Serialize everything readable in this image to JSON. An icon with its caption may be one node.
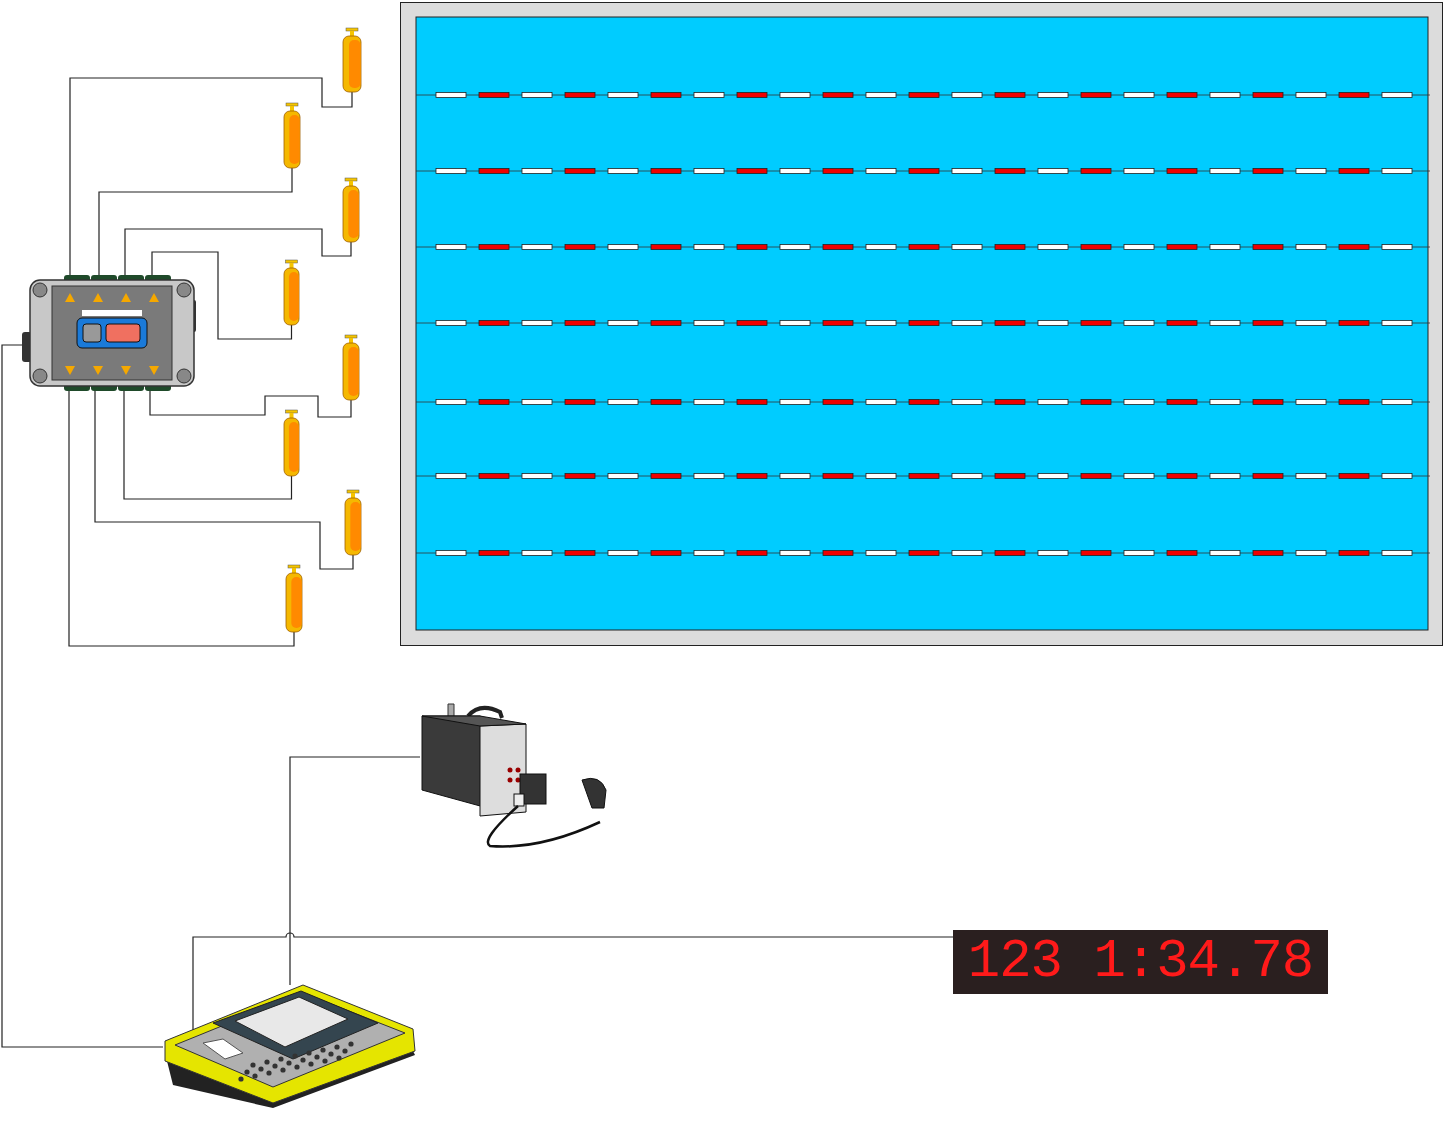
{
  "diagram": {
    "nodes": [
      {
        "text": [],
        "shape": "picture"
      },
      {
        "text": [],
        "shape": "picture"
      },
      {
        "text": [],
        "shape": "picture"
      },
      {
        "text": [],
        "shape": "picture"
      },
      {
        "text": [],
        "shape": "picture"
      },
      {
        "text": [],
        "shape": "picture"
      },
      {
        "text": [],
        "shape": "picture"
      },
      {
        "text": [],
        "shape": "picture"
      },
      {
        "text": [],
        "shape": "picture"
      },
      {
        "text": [],
        "shape": "picture"
      },
      {
        "text": [],
        "shape": "picture"
      },
      {
        "text": [],
        "shape": "picture"
      },
      {
        "text": [
          "123 1:34.78"
        ]
      }
    ],
    "edges": [
      {
        "from": 0,
        "to": 1,
        "arrow": "none"
      },
      {
        "from": 0,
        "to": 2,
        "arrow": "none"
      },
      {
        "from": 0,
        "to": 3,
        "arrow": "none"
      },
      {
        "from": 0,
        "to": 4,
        "arrow": "none"
      },
      {
        "from": 0,
        "to": 5,
        "arrow": "none"
      },
      {
        "from": 0,
        "to": 6,
        "arrow": "none"
      },
      {
        "from": 0,
        "to": 7,
        "arrow": "none"
      },
      {
        "from": 0,
        "to": 8,
        "arrow": "none"
      },
      {
        "from": 0,
        "to": 11,
        "arrow": "none"
      },
      {
        "from": 10,
        "to": 11,
        "arrow": "none"
      },
      {
        "from": 11,
        "to": 12,
        "arrow": "none"
      }
    ]
  }
}
